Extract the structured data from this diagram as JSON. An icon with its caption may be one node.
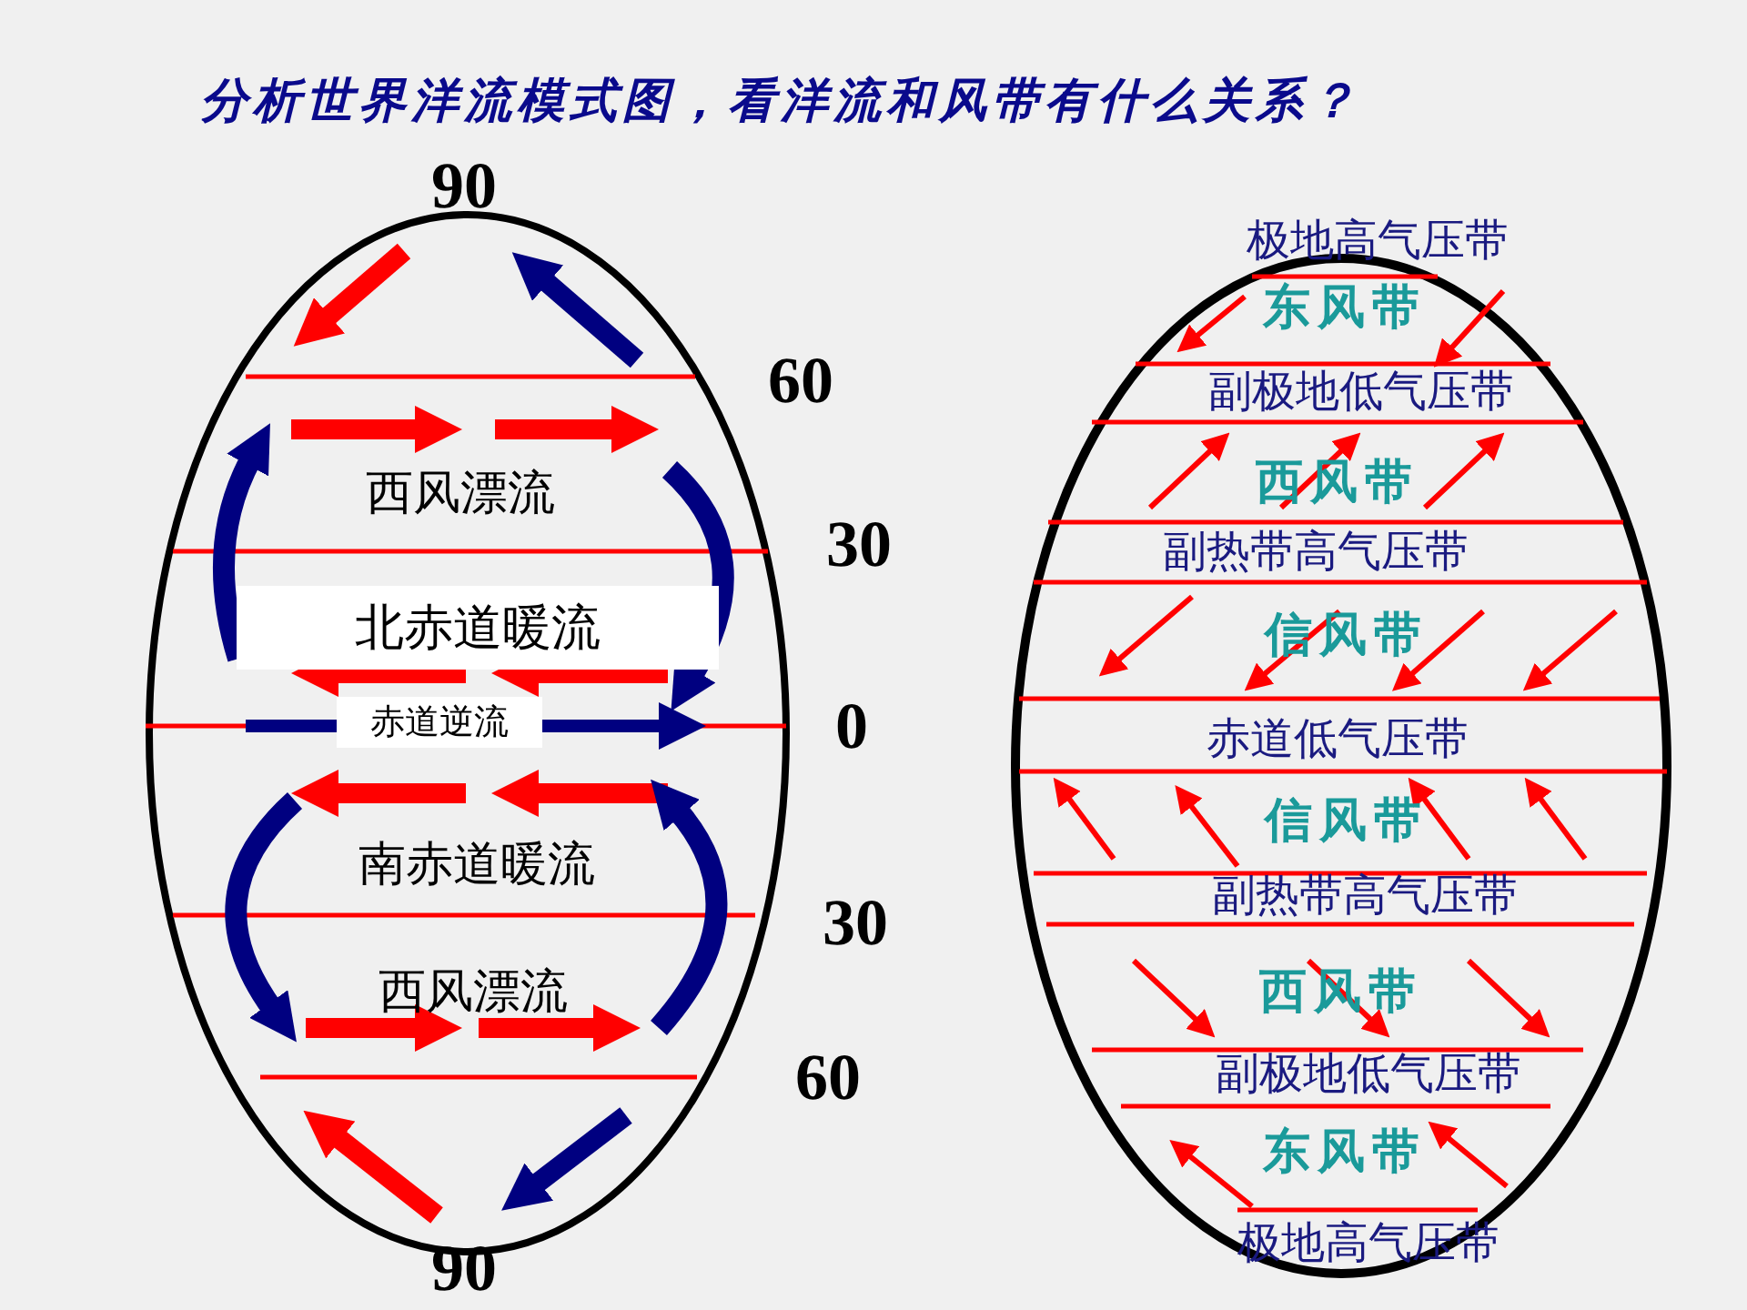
{
  "diagram": {
    "title": "分析世界洋流模式图，看洋流和风带有什么关系？",
    "nodes": [
      {
        "text": [
          "北赤道暖流"
        ]
      },
      {
        "text": [
          "赤道逆流"
        ]
      }
    ],
    "labels": [
      "90",
      "60",
      "西风漂流",
      "30",
      "0",
      "南赤道暖流",
      "30",
      "西风漂流",
      "60",
      "90",
      "极地高气压带",
      "东风带",
      "副极地低气压带",
      "西风带",
      "副热带高气压带",
      "信风带",
      "赤道低气压带",
      "信风带",
      "副热带高气压带",
      "西风带",
      "副极地低气压带",
      "东风带",
      "极地高气压带"
    ]
  }
}
